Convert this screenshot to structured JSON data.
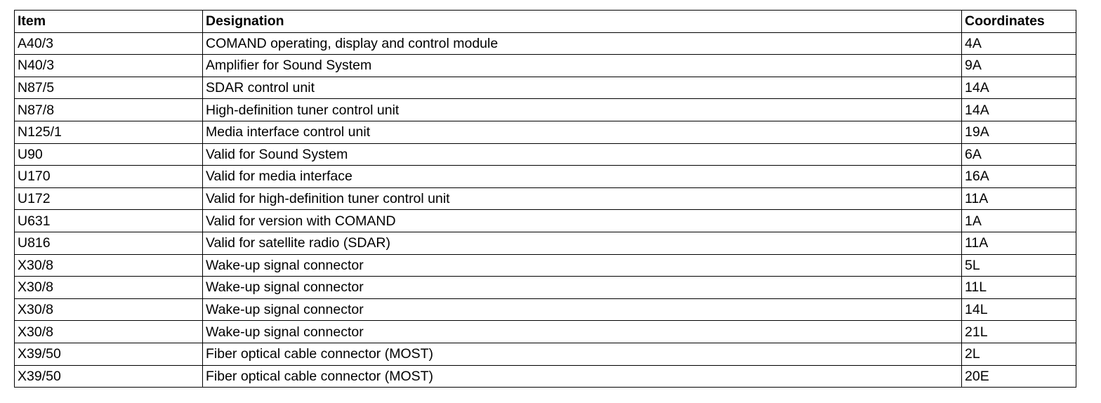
{
  "table": {
    "headers": [
      "Item",
      "Designation",
      "Coordinates"
    ],
    "rows": [
      [
        "A40/3",
        "COMAND operating, display and control module",
        "4A"
      ],
      [
        "N40/3",
        "Amplifier for Sound System",
        "9A"
      ],
      [
        "N87/5",
        "SDAR control unit",
        "14A"
      ],
      [
        "N87/8",
        "High-definition tuner control unit",
        "14A"
      ],
      [
        "N125/1",
        "Media interface control unit",
        "19A"
      ],
      [
        "U90",
        "Valid for Sound System",
        "6A"
      ],
      [
        "U170",
        "Valid for media interface",
        "16A"
      ],
      [
        "U172",
        "Valid for high-definition tuner control unit",
        "11A"
      ],
      [
        "U631",
        "Valid for version with COMAND",
        "1A"
      ],
      [
        "U816",
        "Valid for satellite radio (SDAR)",
        "11A"
      ],
      [
        "X30/8",
        "Wake-up signal connector",
        "5L"
      ],
      [
        "X30/8",
        "Wake-up signal connector",
        "11L"
      ],
      [
        "X30/8",
        "Wake-up signal connector",
        "14L"
      ],
      [
        "X30/8",
        "Wake-up signal connector",
        "21L"
      ],
      [
        "X39/50",
        "Fiber optical cable connector (MOST)",
        "2L"
      ],
      [
        "X39/50",
        "Fiber optical cable connector (MOST)",
        "20E"
      ]
    ]
  }
}
